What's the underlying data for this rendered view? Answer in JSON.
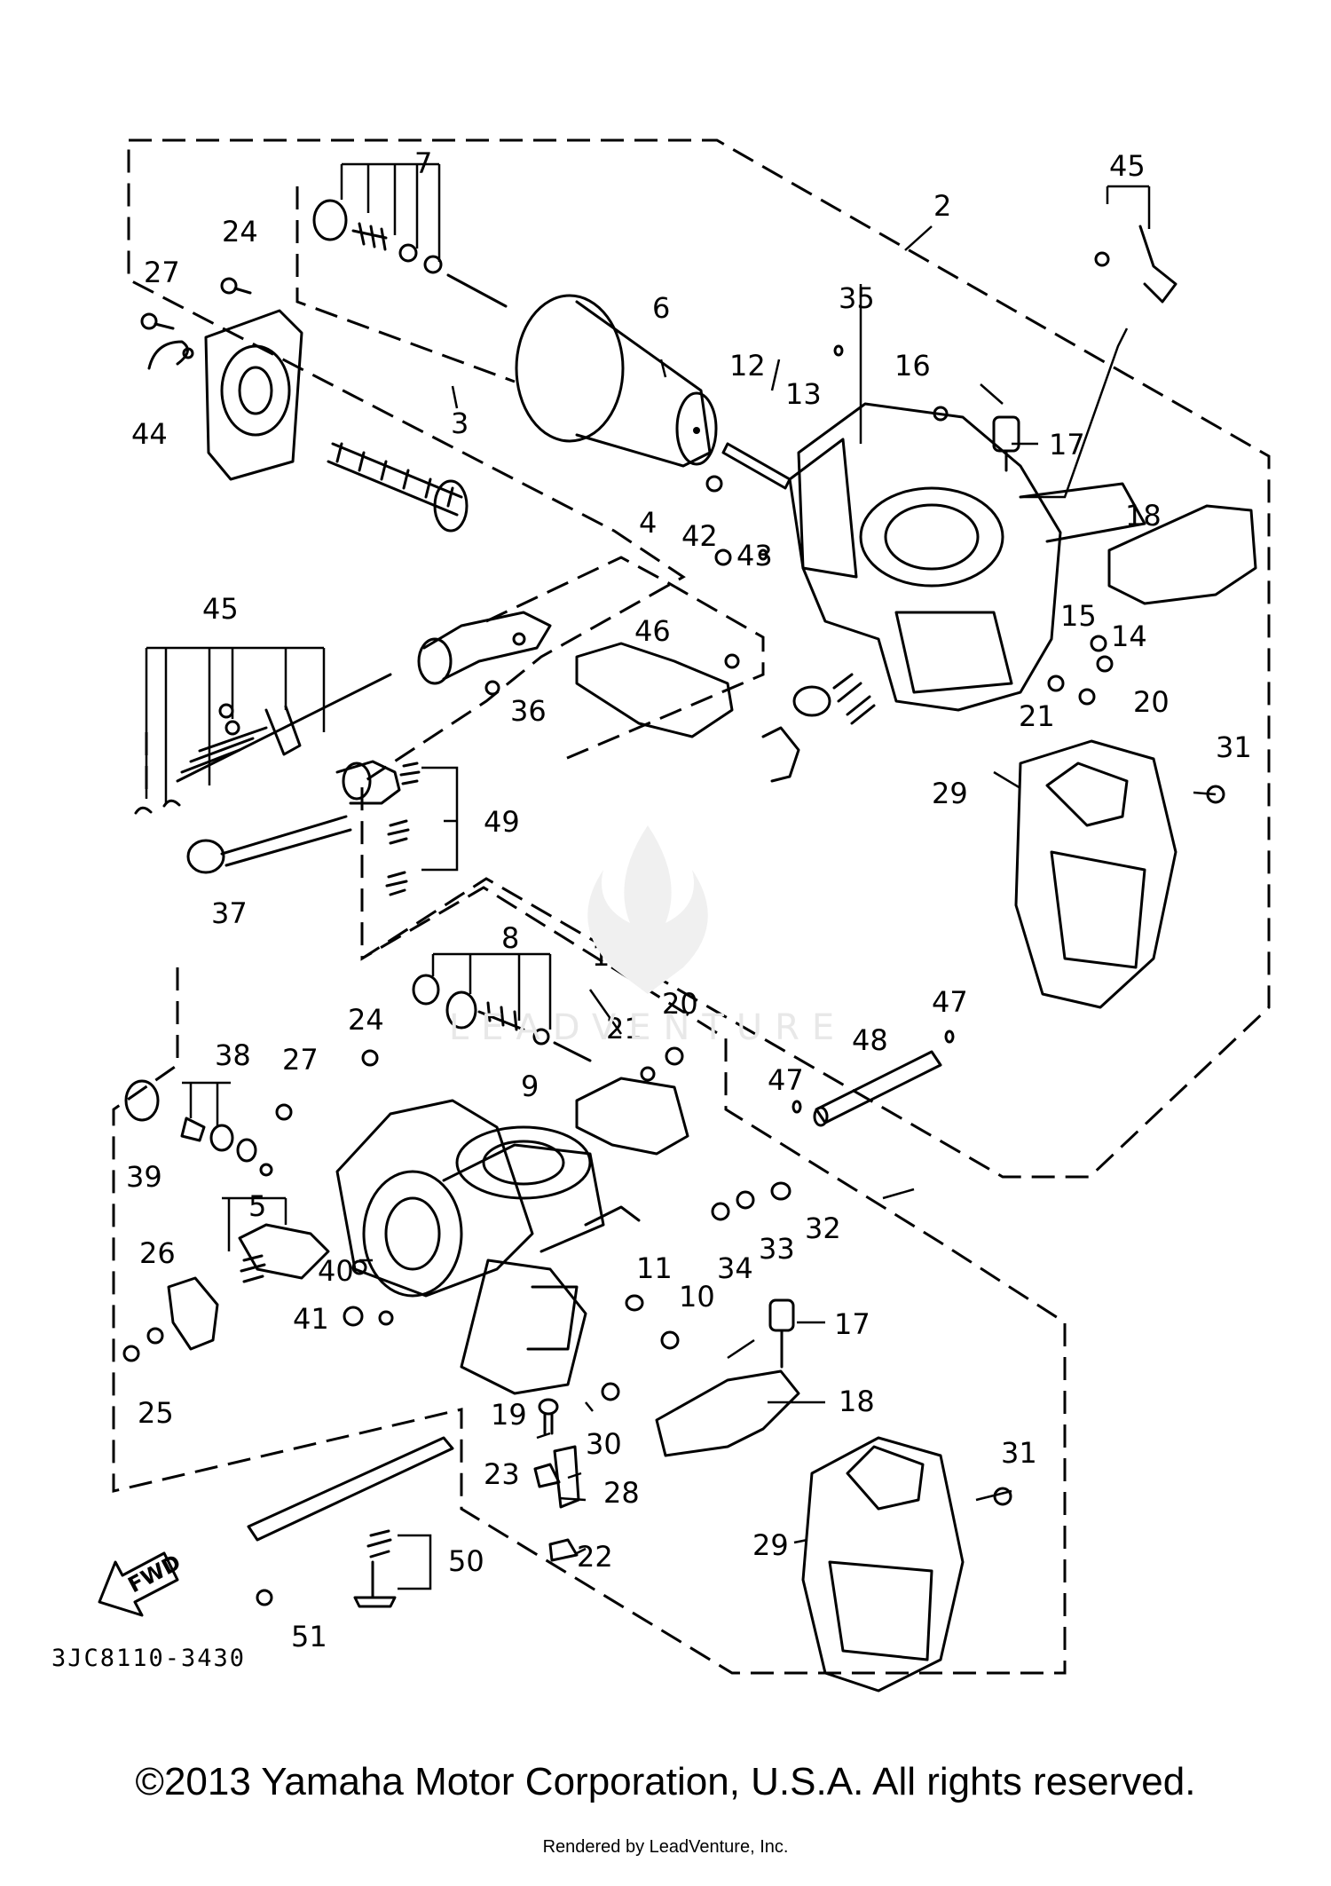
{
  "callouts": [
    {
      "id": "c2",
      "text": "2"
    },
    {
      "id": "c45a",
      "text": "45"
    },
    {
      "id": "c7",
      "text": "7"
    },
    {
      "id": "c24a",
      "text": "24"
    },
    {
      "id": "c27a",
      "text": "27"
    },
    {
      "id": "c44",
      "text": "44"
    },
    {
      "id": "c6",
      "text": "6"
    },
    {
      "id": "c3",
      "text": "3"
    },
    {
      "id": "c35",
      "text": "35"
    },
    {
      "id": "c12",
      "text": "12"
    },
    {
      "id": "c13",
      "text": "13"
    },
    {
      "id": "c16",
      "text": "16"
    },
    {
      "id": "c17a",
      "text": "17"
    },
    {
      "id": "c4",
      "text": "4"
    },
    {
      "id": "c42",
      "text": "42"
    },
    {
      "id": "c43",
      "text": "43"
    },
    {
      "id": "c18a",
      "text": "18"
    },
    {
      "id": "c15",
      "text": "15"
    },
    {
      "id": "c14",
      "text": "14"
    },
    {
      "id": "c20a",
      "text": "20"
    },
    {
      "id": "c21a",
      "text": "21"
    },
    {
      "id": "c31a",
      "text": "31"
    },
    {
      "id": "c29a",
      "text": "29"
    },
    {
      "id": "c45b",
      "text": "45"
    },
    {
      "id": "c46",
      "text": "46"
    },
    {
      "id": "c36",
      "text": "36"
    },
    {
      "id": "c49",
      "text": "49"
    },
    {
      "id": "c37",
      "text": "37"
    },
    {
      "id": "c1",
      "text": "1"
    },
    {
      "id": "c8",
      "text": "8"
    },
    {
      "id": "c20b",
      "text": "20"
    },
    {
      "id": "c21b",
      "text": "21"
    },
    {
      "id": "c24b",
      "text": "24"
    },
    {
      "id": "c47a",
      "text": "47"
    },
    {
      "id": "c48",
      "text": "48"
    },
    {
      "id": "c47b",
      "text": "47"
    },
    {
      "id": "c38",
      "text": "38"
    },
    {
      "id": "c27b",
      "text": "27"
    },
    {
      "id": "c9",
      "text": "9"
    },
    {
      "id": "c39",
      "text": "39"
    },
    {
      "id": "c5",
      "text": "5"
    },
    {
      "id": "c26",
      "text": "26"
    },
    {
      "id": "c40",
      "text": "40"
    },
    {
      "id": "c32",
      "text": "32"
    },
    {
      "id": "c33",
      "text": "33"
    },
    {
      "id": "c34",
      "text": "34"
    },
    {
      "id": "c11",
      "text": "11"
    },
    {
      "id": "c10",
      "text": "10"
    },
    {
      "id": "c41",
      "text": "41"
    },
    {
      "id": "c25",
      "text": "25"
    },
    {
      "id": "c17b",
      "text": "17"
    },
    {
      "id": "c18b",
      "text": "18"
    },
    {
      "id": "c19",
      "text": "19"
    },
    {
      "id": "c30",
      "text": "30"
    },
    {
      "id": "c23",
      "text": "23"
    },
    {
      "id": "c28",
      "text": "28"
    },
    {
      "id": "c31b",
      "text": "31"
    },
    {
      "id": "c29b",
      "text": "29"
    },
    {
      "id": "c50",
      "text": "50"
    },
    {
      "id": "c22",
      "text": "22"
    },
    {
      "id": "c51",
      "text": "51"
    }
  ],
  "fwd_label": "FWD",
  "watermark": "LEADVENTURE",
  "reference_code": "3JC8110-3430",
  "copyright": "©2013 Yamaha Motor Corporation, U.S.A. All rights reserved.",
  "rendered_by": "Rendered by LeadVenture, Inc."
}
